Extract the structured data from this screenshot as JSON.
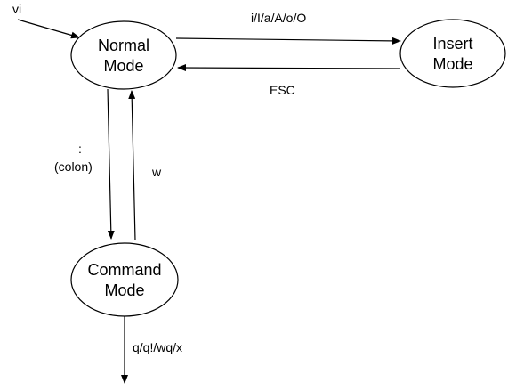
{
  "diagram": {
    "nodes": {
      "normal": {
        "line1": "Normal",
        "line2": "Mode"
      },
      "insert": {
        "line1": "Insert",
        "line2": "Mode"
      },
      "command": {
        "line1": "Command",
        "line2": "Mode"
      }
    },
    "edges": {
      "entry": "vi",
      "normal_to_insert": "i/I/a/A/o/O",
      "insert_to_normal": "ESC",
      "normal_to_command_symbol": ":",
      "normal_to_command_text": "(colon)",
      "command_to_normal": "w",
      "exit": "q/q!/wq/x"
    },
    "colors": {
      "stroke": "#000000",
      "background": "#ffffff"
    }
  }
}
